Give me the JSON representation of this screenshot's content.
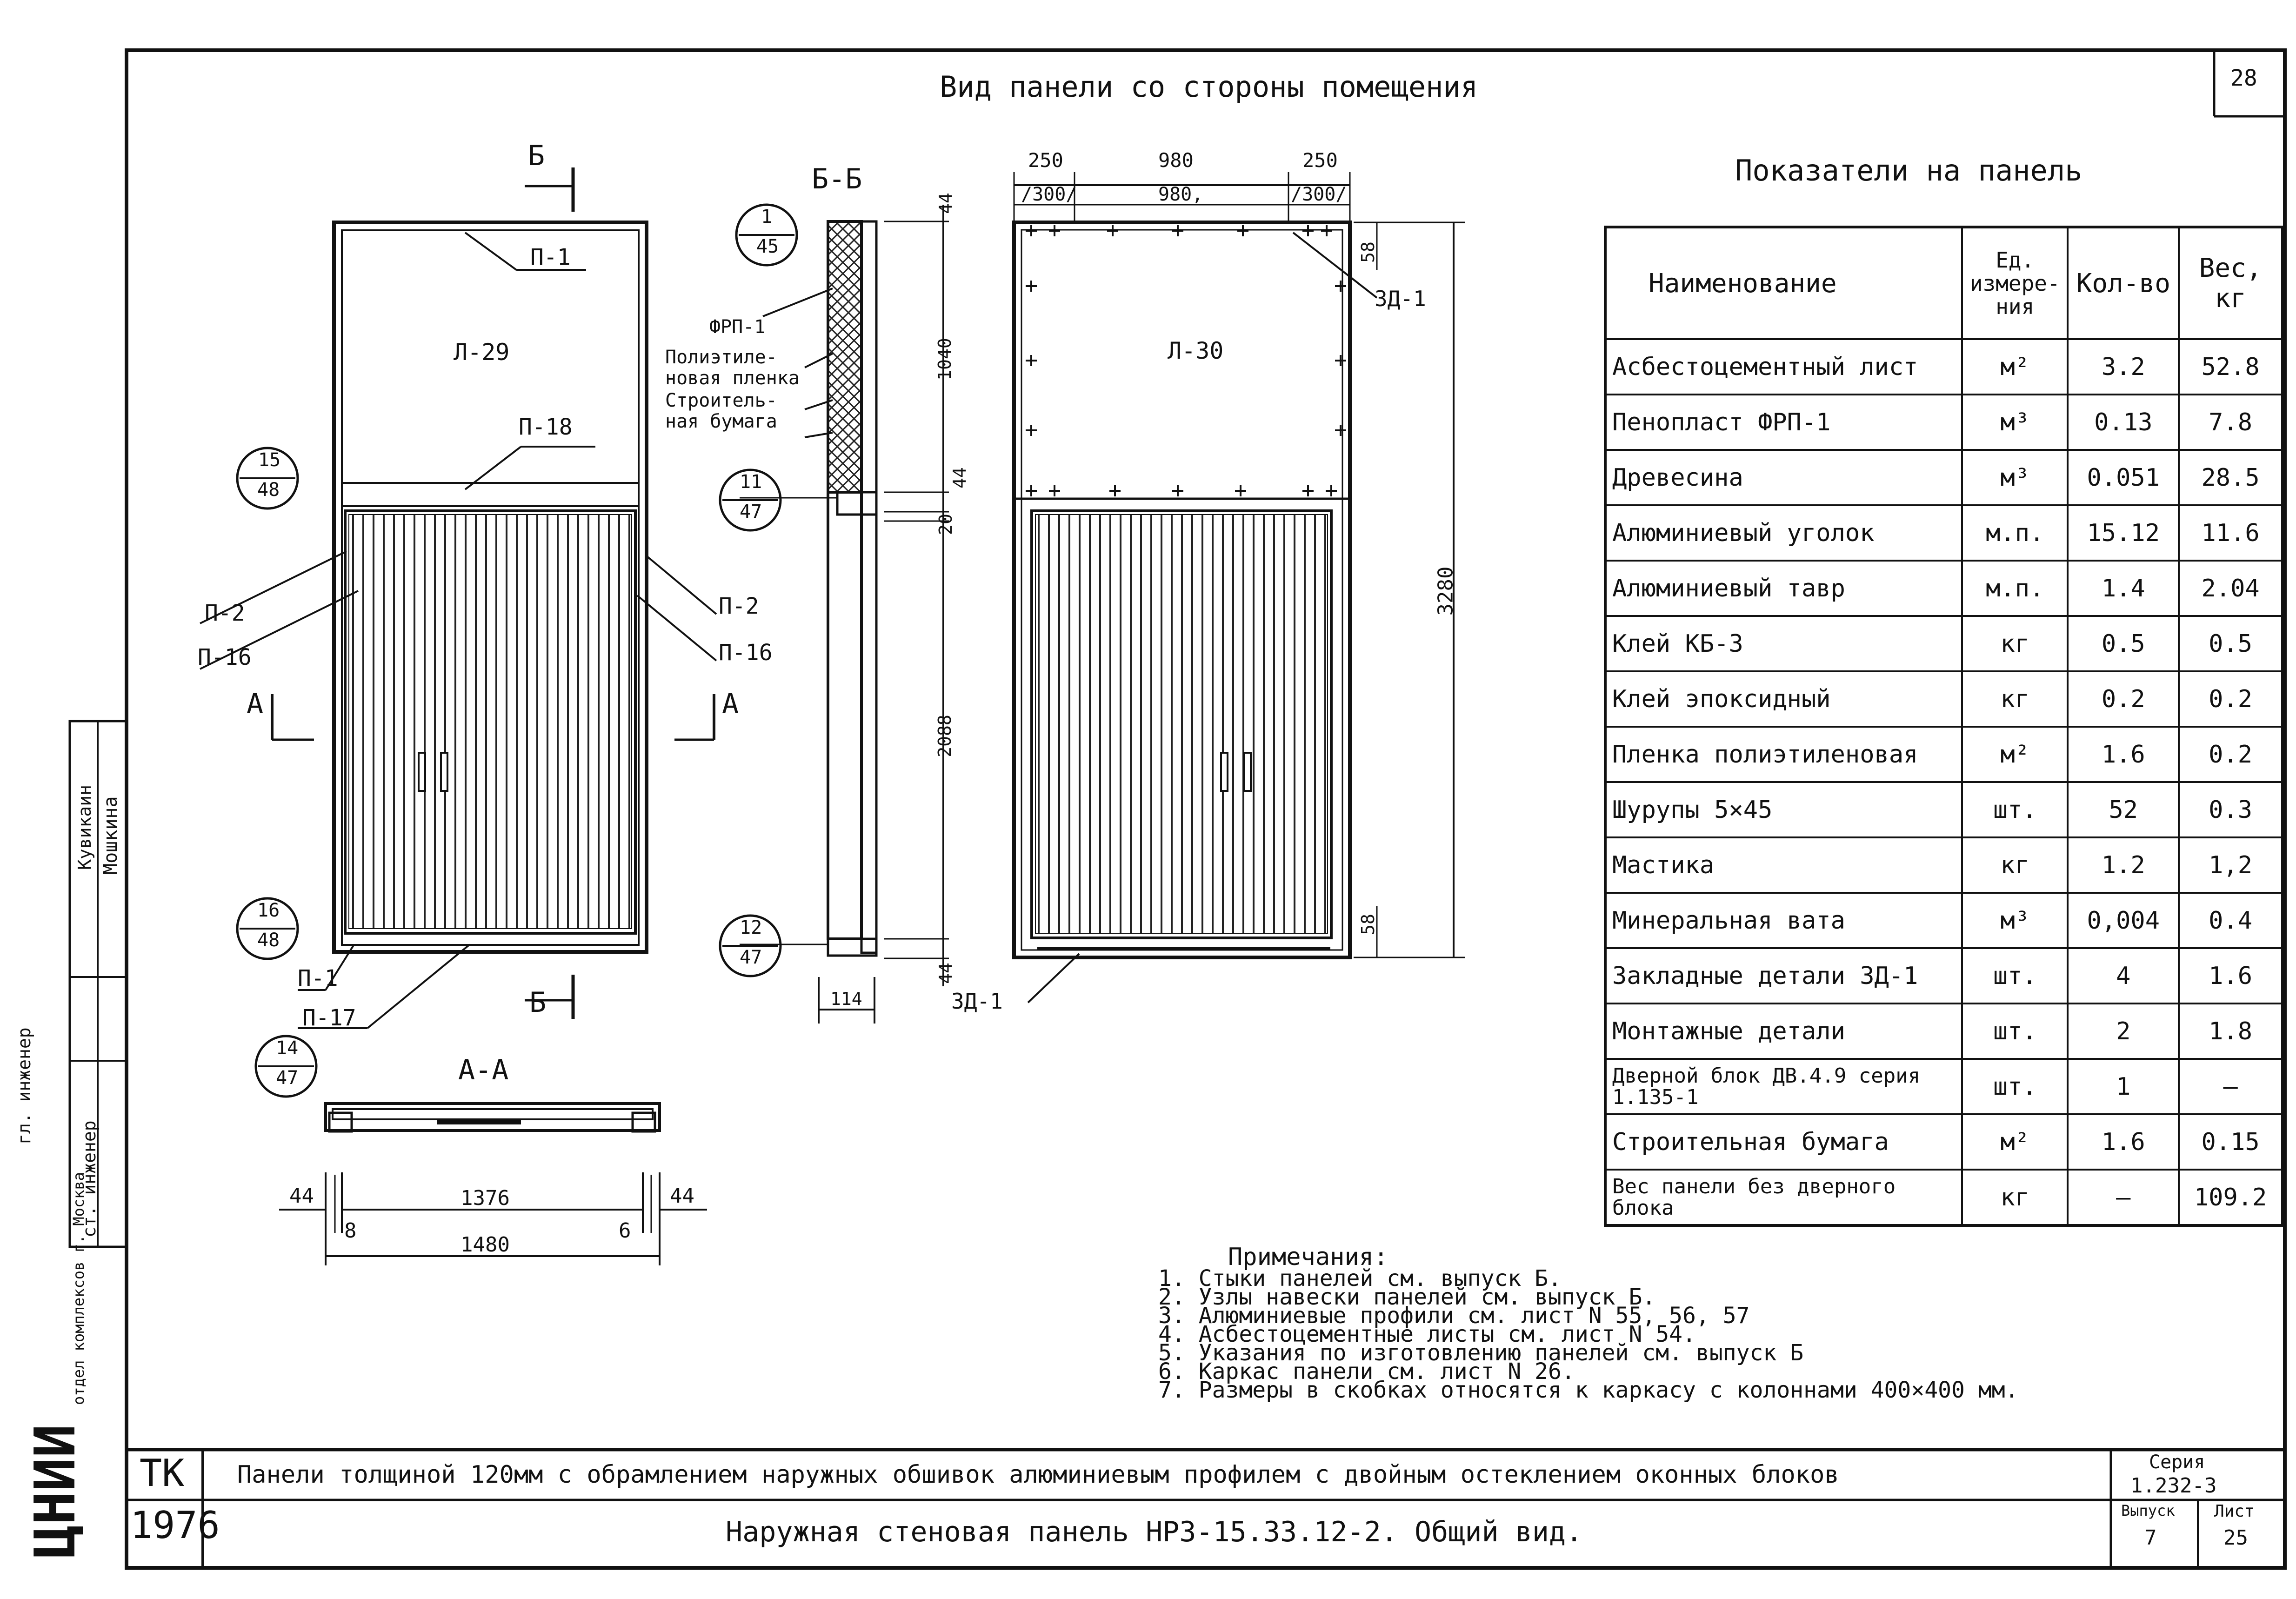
{
  "sheet": {
    "page_number": "28",
    "main_view_title": "Вид панели со стороны помещения",
    "table_title": "Показатели на панель",
    "side_stamp": {
      "lines": [
        "гл. инженер",
        "ст. инженер"
      ],
      "names": [
        "Кувикаин",
        "Мошкина"
      ],
      "org": "отдел комплексов г. Москва"
    }
  },
  "drawing_left": {
    "section_marker": "Б",
    "section_marker_bottom": "Б",
    "section_a_left": "А",
    "section_a_right": "А",
    "panel_label": "Л-29",
    "callouts": [
      "П-1",
      "П-18",
      "П-2",
      "П-16",
      "П-2",
      "П-16",
      "П-1",
      "П-17"
    ],
    "circles": [
      {
        "top": "15",
        "bottom": "48"
      },
      {
        "top": "16",
        "bottom": "48"
      },
      {
        "top": "14",
        "bottom": "47"
      }
    ]
  },
  "section_aa": {
    "title": "А-А",
    "dims": {
      "left": "44",
      "right": "44",
      "inner": "1376",
      "small_left": "8",
      "small_right": "6",
      "overall": "1480"
    }
  },
  "section_bb": {
    "title": "Б-Б",
    "layers": [
      "ФРП-1",
      "Полиэтиле-",
      "новая пленка",
      "Строитель-",
      "ная бумага"
    ],
    "circles": [
      {
        "top": "1",
        "bottom": "45"
      },
      {
        "top": "11",
        "bottom": "47"
      },
      {
        "top": "12",
        "bottom": "47"
      }
    ],
    "dims_vertical": [
      "44",
      "1040",
      "44",
      "20",
      "2088",
      "44"
    ],
    "dim_bottom": "114"
  },
  "drawing_right": {
    "panel_label": "Л-30",
    "top_dims": [
      "250",
      "980",
      "250"
    ],
    "top_dims_brackets": [
      "/300/",
      "980,",
      "/300/"
    ],
    "callout_top": "ЗД-1",
    "callout_bottom": "ЗД-1",
    "dim_top_right": "58",
    "dim_bottom_right": "58",
    "dim_overall": "3280"
  },
  "table": {
    "headers": {
      "name": "Наименование",
      "unit": "Ед. измере- ния",
      "qty": "Кол-во",
      "weight": "Вес, кг"
    },
    "rows": [
      {
        "name": "Асбестоцементный лист",
        "unit": "м²",
        "qty": "3.2",
        "weight": "52.8"
      },
      {
        "name": "Пенопласт ФРП-1",
        "unit": "м³",
        "qty": "0.13",
        "weight": "7.8"
      },
      {
        "name": "Древесина",
        "unit": "м³",
        "qty": "0.051",
        "weight": "28.5"
      },
      {
        "name": "Алюминиевый уголок",
        "unit": "м.п.",
        "qty": "15.12",
        "weight": "11.6"
      },
      {
        "name": "Алюминиевый тавр",
        "unit": "м.п.",
        "qty": "1.4",
        "weight": "2.04"
      },
      {
        "name": "Клей КБ-3",
        "unit": "кг",
        "qty": "0.5",
        "weight": "0.5"
      },
      {
        "name": "Клей эпоксидный",
        "unit": "кг",
        "qty": "0.2",
        "weight": "0.2"
      },
      {
        "name": "Пленка полиэтиленовая",
        "unit": "м²",
        "qty": "1.6",
        "weight": "0.2"
      },
      {
        "name": "Шурупы 5×45",
        "unit": "шт.",
        "qty": "52",
        "weight": "0.3"
      },
      {
        "name": "Мастика",
        "unit": "кг",
        "qty": "1.2",
        "weight": "1,2"
      },
      {
        "name": "Минеральная вата",
        "unit": "м³",
        "qty": "0,004",
        "weight": "0.4"
      },
      {
        "name": "Закладные детали ЗД-1",
        "unit": "шт.",
        "qty": "4",
        "weight": "1.6"
      },
      {
        "name": "Монтажные детали",
        "unit": "шт.",
        "qty": "2",
        "weight": "1.8"
      },
      {
        "name": "Дверной блок ДВ.4.9 серия 1.135-1",
        "unit": "шт.",
        "qty": "1",
        "weight": "—"
      },
      {
        "name": "Строительная бумага",
        "unit": "м²",
        "qty": "1.6",
        "weight": "0.15"
      },
      {
        "name": "Вес панели без дверного блока",
        "unit": "кг",
        "qty": "—",
        "weight": "109.2"
      }
    ]
  },
  "notes": {
    "title": "Примечания:",
    "items": [
      "1. Стыки панелей см. выпуск Б.",
      "2. Узлы навески панелей см. выпуск Б.",
      "3. Алюминиевые профили см. лист N 55, 56, 57",
      "4. Асбестоцементные листы см. лист N 54.",
      "5. Указания по изготовлению панелей см. выпуск Б",
      "6. Каркас панели см. лист N 26.",
      "7. Размеры в скобках относятся к каркасу с колоннами 400×400 мм."
    ]
  },
  "title_block": {
    "logo": "ЦНИИ",
    "code": "ТК",
    "year": "1976",
    "line1": "Панели толщиной 120мм с обрамлением наружных обшивок алюминиевым профилем с двойным остеклением оконных блоков",
    "line2": "Наружная стеновая панель НРЗ-15.33.12-2. Общий вид.",
    "series_label": "Серия",
    "series_value": "1.232-3",
    "issue_label": "Выпуск",
    "issue_value": "7",
    "sheet_label": "Лист",
    "sheet_value": "25"
  }
}
